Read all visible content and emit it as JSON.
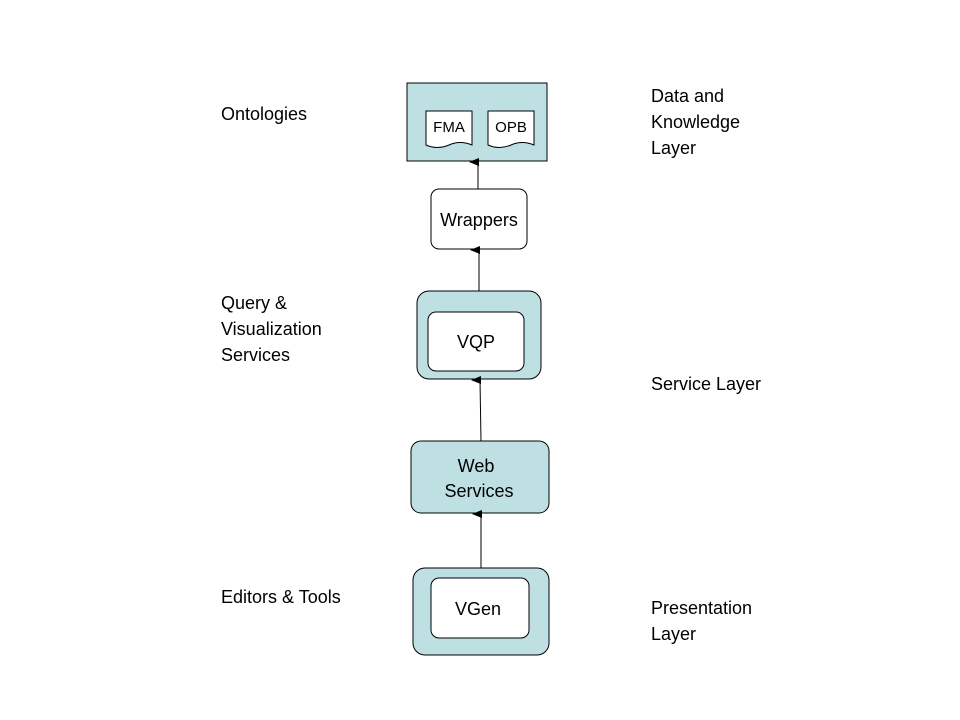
{
  "left_labels": {
    "ontologies": "Ontologies",
    "query_services": "Query &\nVisualization\nServices",
    "editors_tools": "Editors & Tools"
  },
  "right_labels": {
    "data_layer": "Data and\nKnowledge\nLayer",
    "service_layer": "Service Layer",
    "presentation_layer": "Presentation\nLayer"
  },
  "nodes": {
    "fma": "FMA",
    "opb": "OPB",
    "wrappers": "Wrappers",
    "vqp": "VQP",
    "web_services_line1": "Web",
    "web_services_line2": "Services",
    "vgen": "VGen"
  },
  "colors": {
    "container_fill": "#bfe0e3",
    "inner_fill": "#ffffff",
    "stroke": "#000000"
  }
}
